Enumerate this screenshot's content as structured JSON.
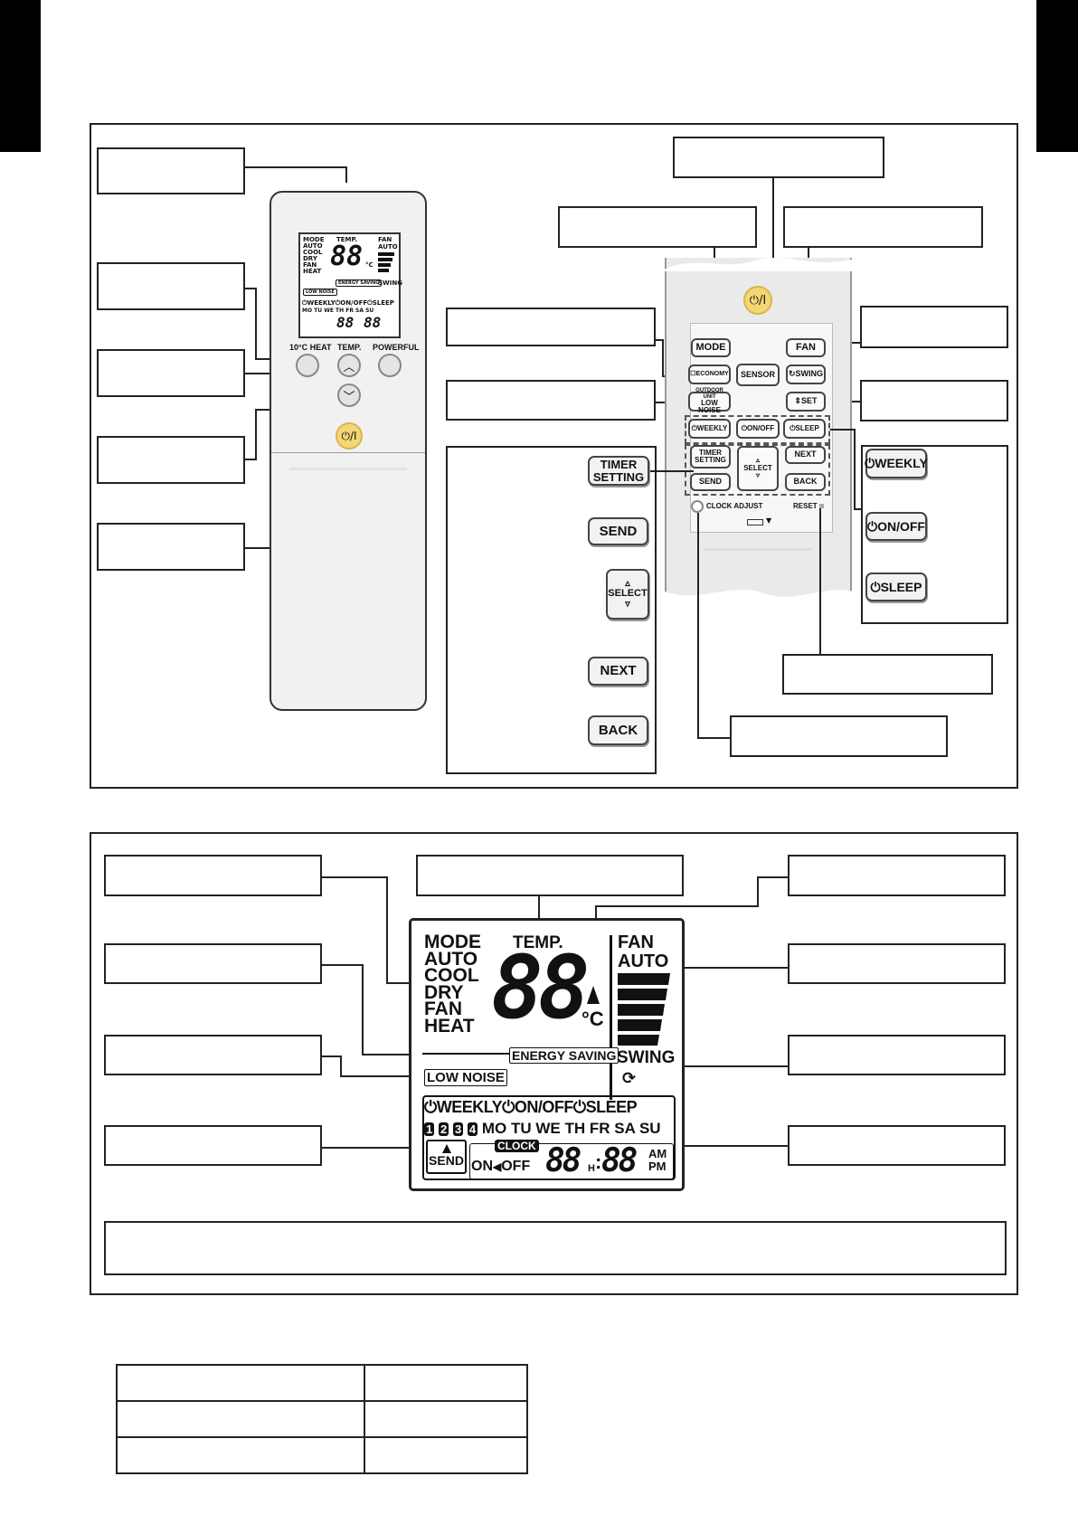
{
  "lcd": {
    "mode": "MODE",
    "auto": "AUTO",
    "cool": "COOL",
    "dry": "DRY",
    "fan_mode": "FAN",
    "heat": "HEAT",
    "temp": "TEMP.",
    "digits": "88",
    "degc": "°C",
    "fan": "FAN",
    "fan_auto": "AUTO",
    "energy_saving": "ENERGY SAVING",
    "low_noise": "LOW NOISE",
    "swing": "SWING",
    "weekly": "WEEKLY",
    "onoff": "ON/OFF",
    "sleep": "SLEEP",
    "nums": [
      "1",
      "2",
      "3",
      "4"
    ],
    "days": "MO TU WE TH FR SA SU",
    "send": "SEND",
    "clock": "CLOCK",
    "on": "ON",
    "off": "OFF",
    "time_h": "88",
    "h": "H",
    "time_m": "88",
    "am": "AM",
    "pm": "PM"
  },
  "remote_small": {
    "heat10": "10°C HEAT",
    "temp": "TEMP.",
    "powerful": "POWERFUL",
    "power_symbol": "⏻/I"
  },
  "remote_open": {
    "power_symbol": "⏻/I",
    "mode": "MODE",
    "fan": "FAN",
    "economy": "ECONOMY",
    "sensor": "SENSOR",
    "swing": "SWING",
    "outdoor_line1": "OUTDOOR UNIT",
    "outdoor_line2": "LOW NOISE",
    "set": "SET",
    "weekly": "WEEKLY",
    "onoff": "ON/OFF",
    "sleep": "SLEEP",
    "timer_line1": "TIMER",
    "timer_line2": "SETTING",
    "select": "SELECT",
    "next": "NEXT",
    "send": "SEND",
    "back": "BACK",
    "clock_adjust": "CLOCK ADJUST",
    "reset": "RESET"
  },
  "timer_panel": {
    "timer_line1": "TIMER",
    "timer_line2": "SETTING",
    "send": "SEND",
    "select": "SELECT",
    "next": "NEXT",
    "back": "BACK"
  },
  "weekly_panel": {
    "weekly": "WEEKLY",
    "onoff": "ON/OFF",
    "sleep": "SLEEP"
  }
}
